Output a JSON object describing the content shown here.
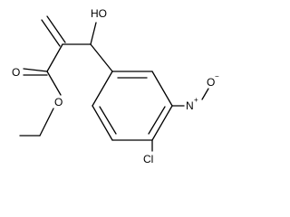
{
  "molecule": {
    "atoms": {
      "hydroxyl": "HO",
      "carbonyl_oxygen": "O",
      "ester_oxygen": "O",
      "chlorine": "Cl",
      "nitro_nitrogen": "N",
      "nitro_nitrogen_charge": "+",
      "nitro_oxygen": "O",
      "nitro_oxygen_charge": "−"
    },
    "colors": {
      "ink": "#000000",
      "background": "#ffffff"
    }
  }
}
